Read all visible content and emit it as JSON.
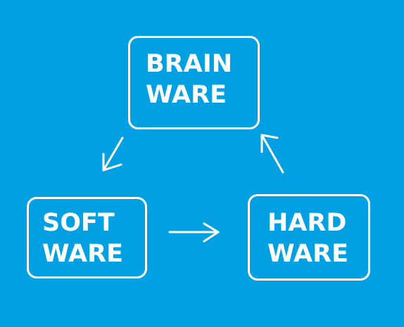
{
  "diagram": {
    "background_color": "#00a0e3",
    "foreground_color": "#ffffff",
    "nodes": [
      {
        "id": "brain",
        "lines": [
          "BRAIN",
          "WARE"
        ]
      },
      {
        "id": "soft",
        "lines": [
          "SOFT",
          "WARE"
        ]
      },
      {
        "id": "hard",
        "lines": [
          "HARD",
          "WARE"
        ]
      }
    ],
    "edges": [
      {
        "from": "brain",
        "to": "soft"
      },
      {
        "from": "soft",
        "to": "hard"
      },
      {
        "from": "hard",
        "to": "brain"
      }
    ]
  }
}
